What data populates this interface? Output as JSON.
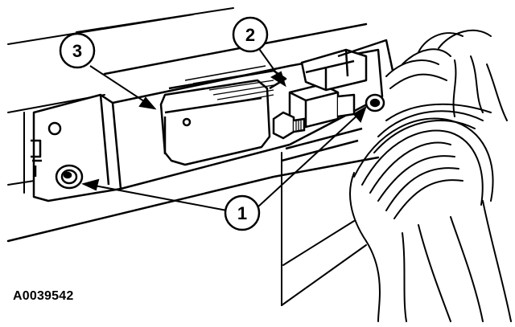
{
  "figure": {
    "code": "A0039542",
    "callouts": [
      {
        "id": "c1",
        "label": "1"
      },
      {
        "id": "c2",
        "label": "2"
      },
      {
        "id": "c3",
        "label": "3"
      }
    ]
  }
}
